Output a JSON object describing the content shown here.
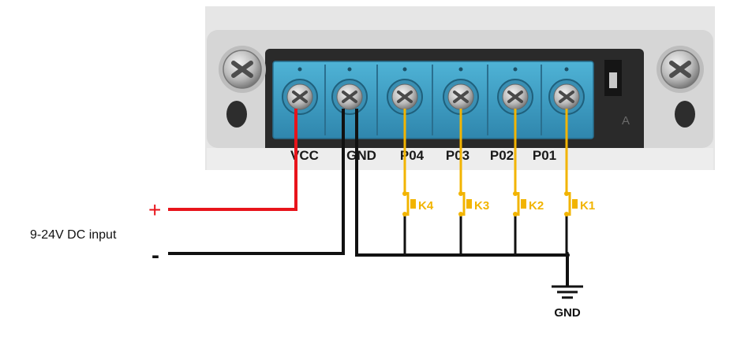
{
  "terminal_labels": [
    "VCC",
    "GND",
    "P04",
    "P03",
    "P02",
    "P01"
  ],
  "switches": [
    "K4",
    "K3",
    "K2",
    "K1"
  ],
  "input": {
    "plus_sign": "+",
    "minus_sign": "-",
    "label": "9-24V DC input"
  },
  "ground_label": "GND",
  "jumper_mark": "A",
  "colors": {
    "vcc_wire": "#e8141b",
    "gnd_wire": "#111111",
    "switch_wire": "#f2b400",
    "terminal_block": "#3b9fc4",
    "housing": "#e6e6e6"
  }
}
